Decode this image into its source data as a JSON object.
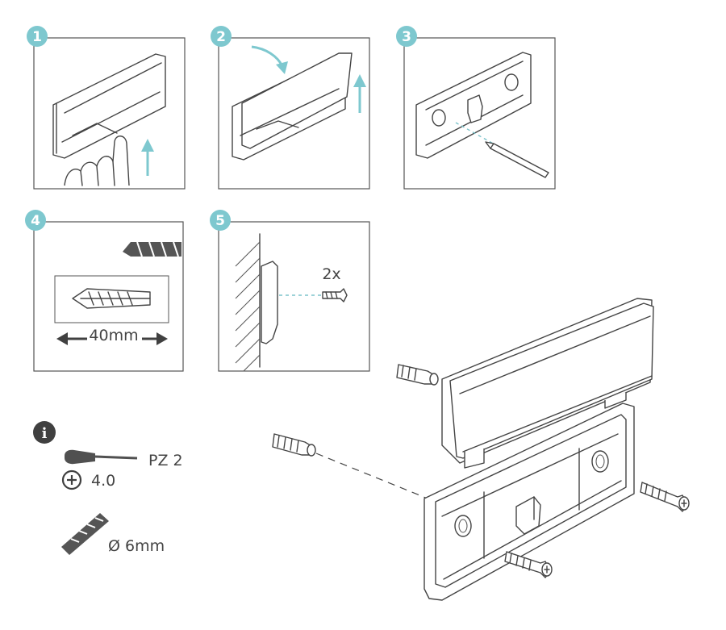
{
  "steps": [
    {
      "number": "1"
    },
    {
      "number": "2"
    },
    {
      "number": "3"
    },
    {
      "number": "4",
      "dimension_label": "40mm"
    },
    {
      "number": "5",
      "quantity_label": "2x"
    }
  ],
  "info": {
    "icon_label": "i",
    "screwdriver_label": "PZ 2",
    "screw_size_label": "4.0",
    "drill_label": "Ø 6mm"
  },
  "colors": {
    "step_badge": "#7ec8cf",
    "arrow": "#7ec8cf",
    "info_badge": "#404040",
    "line": "#444444"
  }
}
